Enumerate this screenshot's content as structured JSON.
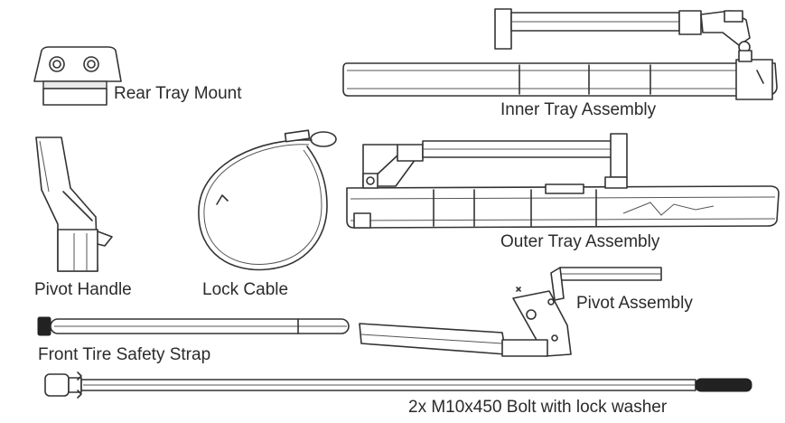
{
  "parts": {
    "rear_tray_mount": "Rear Tray Mount",
    "inner_tray_assembly": "Inner Tray Assembly",
    "pivot_handle": "Pivot Handle",
    "lock_cable": "Lock Cable",
    "outer_tray_assembly": "Outer Tray Assembly",
    "pivot_assembly": "Pivot Assembly",
    "front_tire_safety_strap": "Front Tire Safety Strap",
    "bolt": "2x M10x450 Bolt with lock washer"
  }
}
